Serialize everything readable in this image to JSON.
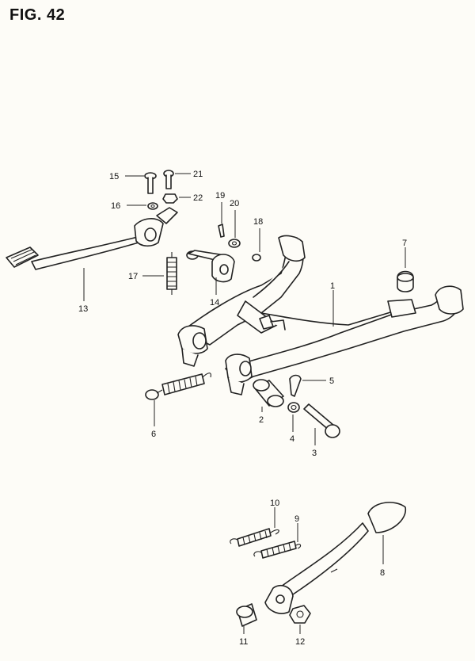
{
  "figure": {
    "title": "FIG. 42"
  },
  "callouts": [
    {
      "id": "c1",
      "label": "1"
    },
    {
      "id": "c2",
      "label": "2"
    },
    {
      "id": "c3",
      "label": "3"
    },
    {
      "id": "c4",
      "label": "4"
    },
    {
      "id": "c5",
      "label": "5"
    },
    {
      "id": "c6",
      "label": "6"
    },
    {
      "id": "c7",
      "label": "7"
    },
    {
      "id": "c8",
      "label": "8"
    },
    {
      "id": "c9",
      "label": "9"
    },
    {
      "id": "c10",
      "label": "10"
    },
    {
      "id": "c11",
      "label": "11"
    },
    {
      "id": "c12",
      "label": "12"
    },
    {
      "id": "c13",
      "label": "13"
    },
    {
      "id": "c14",
      "label": "14"
    },
    {
      "id": "c15",
      "label": "15"
    },
    {
      "id": "c16",
      "label": "16"
    },
    {
      "id": "c17",
      "label": "17"
    },
    {
      "id": "c18",
      "label": "18"
    },
    {
      "id": "c19",
      "label": "19"
    },
    {
      "id": "c20",
      "label": "20"
    },
    {
      "id": "c21",
      "label": "21"
    },
    {
      "id": "c22",
      "label": "22"
    }
  ]
}
